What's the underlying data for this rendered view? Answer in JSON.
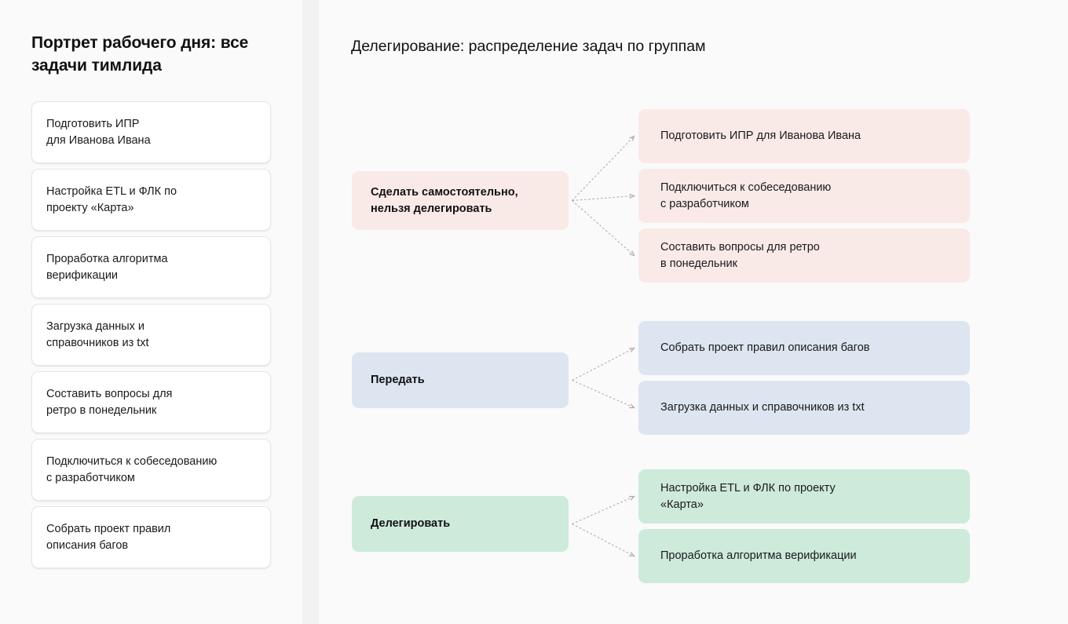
{
  "left": {
    "title": "Портрет рабочего дня:\nвсе задачи тимлида",
    "tasks": [
      {
        "text": "Подготовить ИПР\nдля Иванова Ивана"
      },
      {
        "text": "Настройка ETL и ФЛК по\nпроекту «Карта»"
      },
      {
        "text": "Проработка алгоритма\nверификации"
      },
      {
        "text": "Загрузка данных и\nсправочников из txt"
      },
      {
        "text": "Составить вопросы для\nретро в понедельник"
      },
      {
        "text": "Подключиться к собеседованию\nс разработчиком"
      },
      {
        "text": "Собрать проект правил\nописания багов"
      }
    ]
  },
  "right": {
    "title": "Делегирование: распределение задач по группам",
    "groups": [
      {
        "label": "Сделать самостоятельно,\nнельзя делегировать",
        "color": "#f9eae8",
        "items": [
          {
            "text": "Подготовить ИПР для Иванова Ивана"
          },
          {
            "text": "Подключиться к собеседованию\nс разработчиком"
          },
          {
            "text": "Составить вопросы для ретро\nв понедельник"
          }
        ]
      },
      {
        "label": "Передать",
        "color": "#dde5f0",
        "items": [
          {
            "text": "Собрать проект правил описания багов"
          },
          {
            "text": "Загрузка данных и справочников из txt"
          }
        ]
      },
      {
        "label": "Делегировать",
        "color": "#cdeadb",
        "items": [
          {
            "text": "Настройка ETL и ФЛК по проекту\n«Карта»"
          },
          {
            "text": "Проработка алгоритма верификации"
          }
        ]
      }
    ]
  },
  "style": {
    "page_background": "#fafafa",
    "divider_color": "#f2f2f3",
    "card_background": "#ffffff",
    "card_border": "#e6e6e6",
    "connector_color": "#b9a9ac",
    "text_color": "#111111"
  }
}
